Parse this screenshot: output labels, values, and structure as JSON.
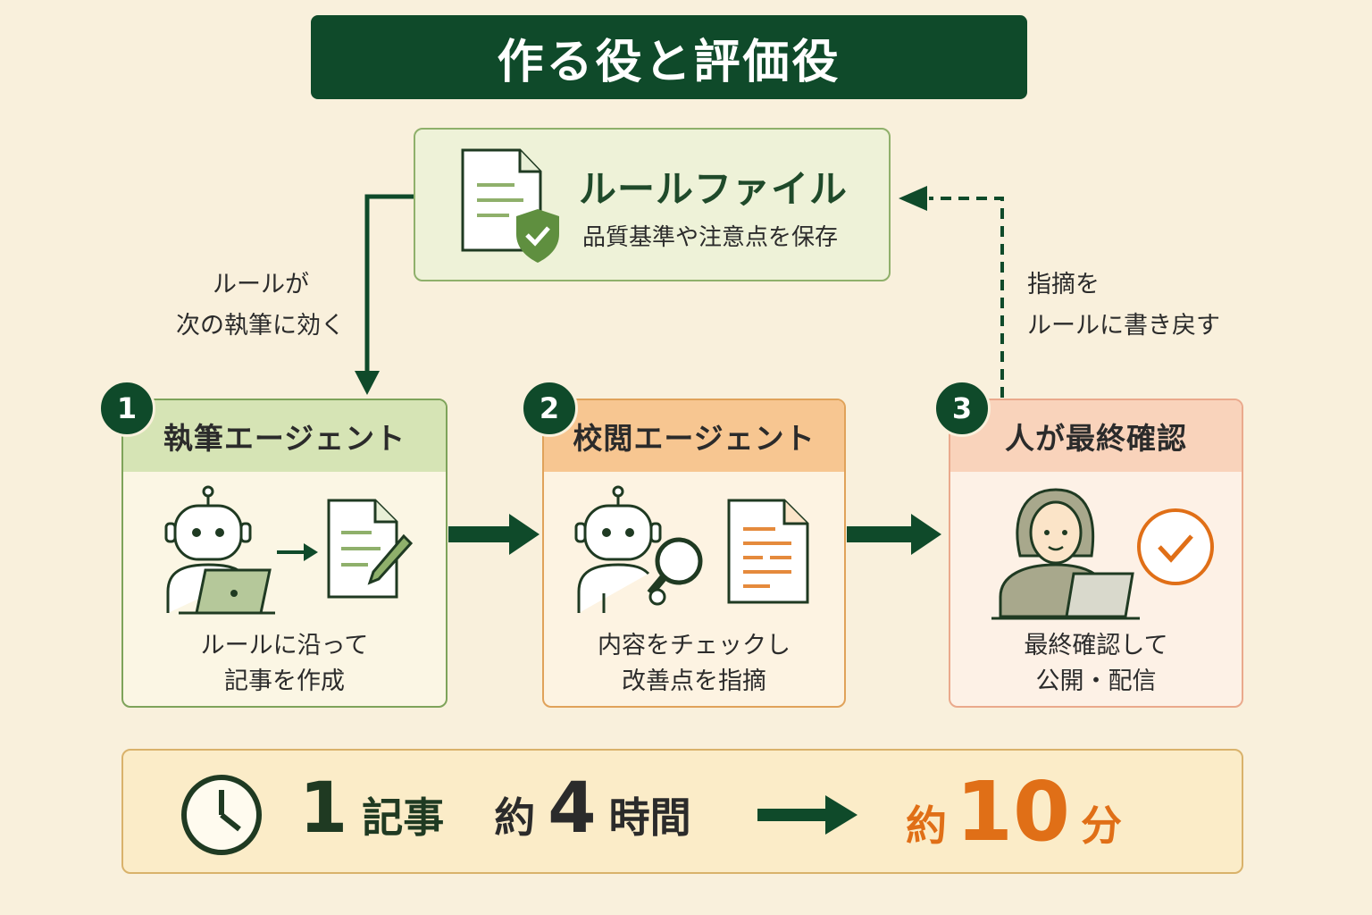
{
  "title": "作る役と評価役",
  "rule_file": {
    "title": "ルールファイル",
    "subtitle": "品質基準や注意点を保存",
    "left_label_1": "ルールが",
    "left_label_2": "次の執筆に効く",
    "right_label_1": "指摘を",
    "right_label_2": "ルールに書き戻す"
  },
  "steps": [
    {
      "number": "1",
      "title": "執筆エージェント",
      "desc_1": "ルールに沿って",
      "desc_2": "記事を作成"
    },
    {
      "number": "2",
      "title": "校閲エージェント",
      "desc_1": "内容をチェックし",
      "desc_2": "改善点を指摘"
    },
    {
      "number": "3",
      "title": "人が最終確認",
      "desc_1": "最終確認して",
      "desc_2": "公開・配信"
    }
  ],
  "time": {
    "count": "1",
    "unit": "記事",
    "before_prefix": "約",
    "before_value": "4",
    "before_unit": "時間",
    "after_prefix": "約",
    "after_value": "10",
    "after_unit": "分"
  },
  "colors": {
    "dark_green": "#0f4a2a",
    "orange": "#e06f17",
    "background": "#f9f0dc"
  }
}
